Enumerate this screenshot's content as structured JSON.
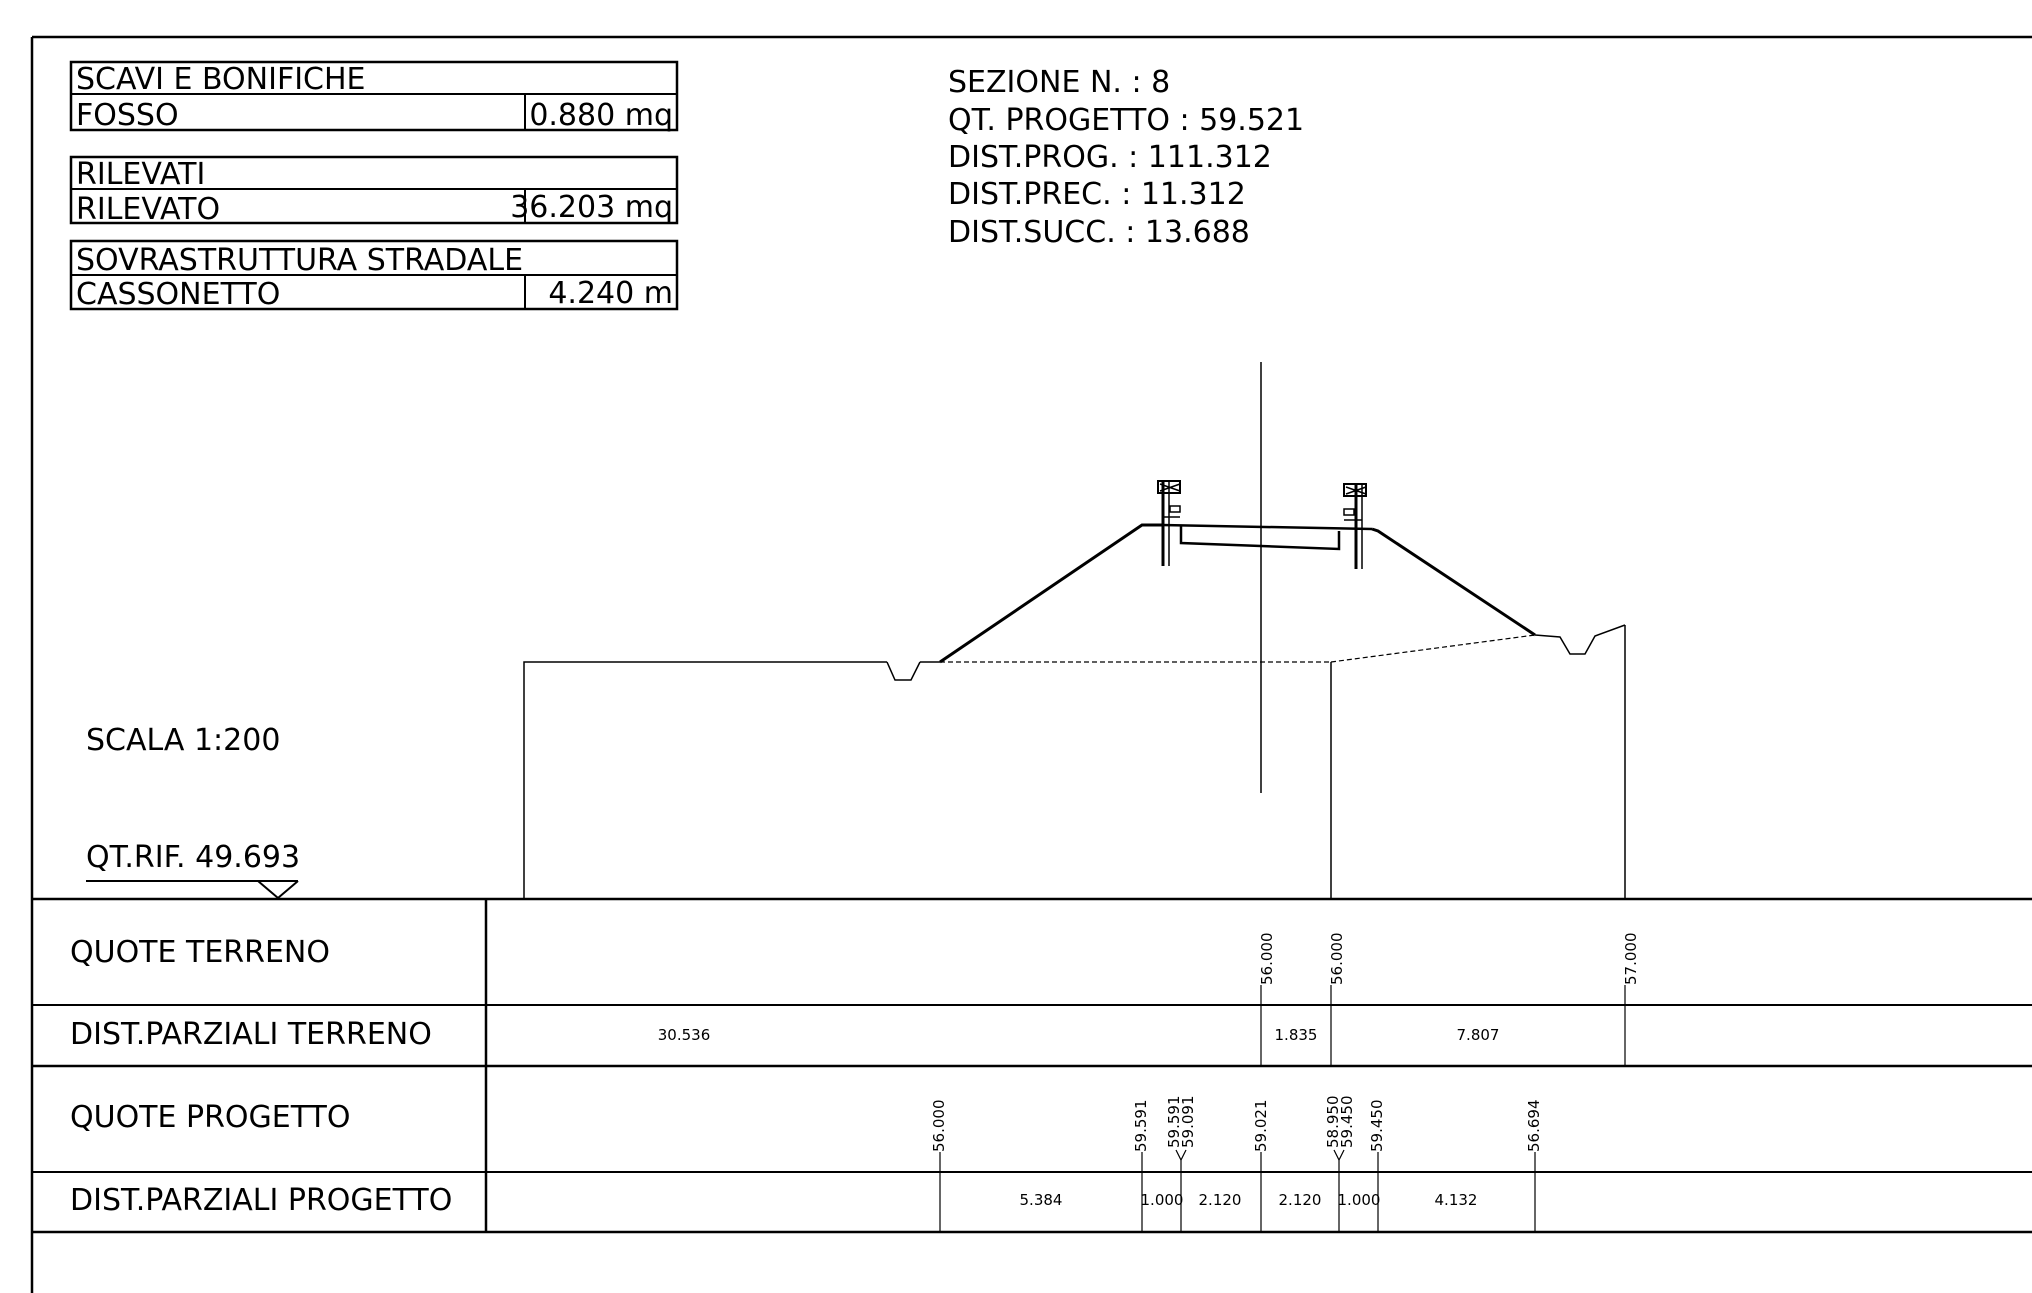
{
  "quantity_tables": [
    {
      "header": "SCAVI E BONIFICHE",
      "row_label": "FOSSO",
      "row_value": "0.880 mq"
    },
    {
      "header": "RILEVATI",
      "row_label": "RILEVATO",
      "row_value": "36.203 mq"
    },
    {
      "header": "SOVRASTRUTTURA STRADALE",
      "row_label": "CASSONETTO",
      "row_value": "4.240 m"
    }
  ],
  "section_info": [
    "SEZIONE N. : 8",
    "QT. PROGETTO : 59.521",
    "DIST.PROG. : 111.312",
    "DIST.PREC. : 11.312",
    "DIST.SUCC. : 13.688"
  ],
  "scale_label": "SCALA 1:200",
  "reference_label": "QT.RIF. 49.693",
  "band_rows": [
    {
      "id": "quote-terreno",
      "label": "QUOTE TERRENO"
    },
    {
      "id": "dist-parziali-terreno",
      "label": "DIST.PARZIALI TERRENO"
    },
    {
      "id": "quote-progetto",
      "label": "QUOTE PROGETTO"
    },
    {
      "id": "dist-parziali-progetto",
      "label": "DIST.PARZIALI PROGETTO"
    }
  ],
  "quote_terreno": [
    "56.000",
    "56.000",
    "57.000"
  ],
  "dist_parziali_terreno": [
    "30.536",
    "1.835",
    "7.807"
  ],
  "quote_progetto": [
    "56.000",
    "59.591",
    "59.591",
    "59.091",
    "59.021",
    "58.950",
    "59.450",
    "59.450",
    "56.694"
  ],
  "dist_parziali_progetto": [
    "5.384",
    "1.000",
    "2.120",
    "2.120",
    "1.000",
    "4.132"
  ]
}
